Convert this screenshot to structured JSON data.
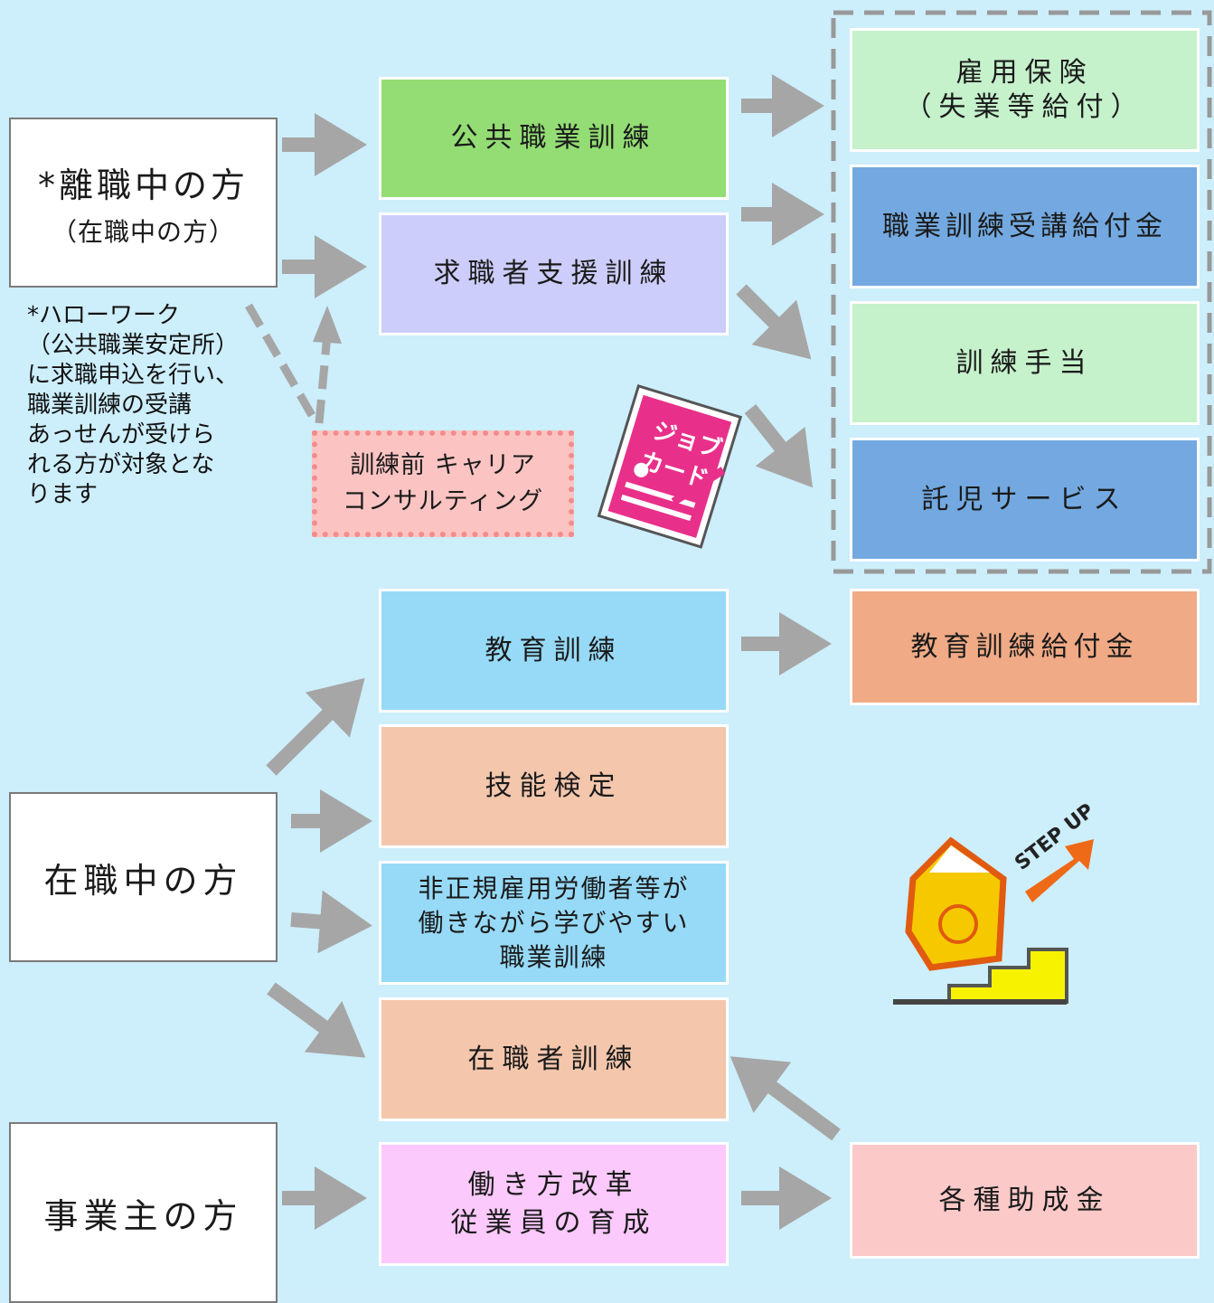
{
  "sources": {
    "unemployed_line1": "*離職中の方",
    "unemployed_line2": "（在職中の方）",
    "unemployed_note": "*ハローワーク\n（公共職業安定所）\nに求職申込を行い、\n職業訓練の受講\nあっせんが受けら\nれる方が対象とな\nります",
    "employed": "在職中の方",
    "employer": "事業主の方"
  },
  "programs": {
    "public_training": "公共職業訓練",
    "job_seeker_training": "求職者支援訓練",
    "career_consulting": "訓練前 キャリア\nコンサルティング",
    "education_training": "教育訓練",
    "skill_test": "技能検定",
    "nonregular_training": "非正規雇用労働者等が\n働きながら学びやすい\n職業訓練",
    "incumbent_training": "在職者訓練",
    "work_style_reform": "働き方改革\n従業員の育成"
  },
  "benefits": {
    "employment_insurance": "雇用保険\n（失業等給付）",
    "training_benefit": "職業訓練受講給付金",
    "training_allowance": "訓練手当",
    "childcare_service": "託児サービス",
    "education_benefit": "教育訓練給付金",
    "subsidies": "各種助成金"
  },
  "illustrations": {
    "job_card_text_1": "ジョブ",
    "job_card_text_2": "カード",
    "step_up_text": "STEP UP"
  },
  "colors": {
    "background": "#cdeefb",
    "arrow": "#a6a6a6",
    "green": "#93dd74",
    "lavender": "#cdcdfb",
    "light_green": "#c5f1cb",
    "blue": "#73a9e0",
    "sky": "#97daf7",
    "peach": "#f4c7ad",
    "salmon": "#f0aa85",
    "pink_light": "#fbc9c8",
    "magenta_light": "#fbc9fb",
    "dotted_pink": "#fbc4c3"
  }
}
